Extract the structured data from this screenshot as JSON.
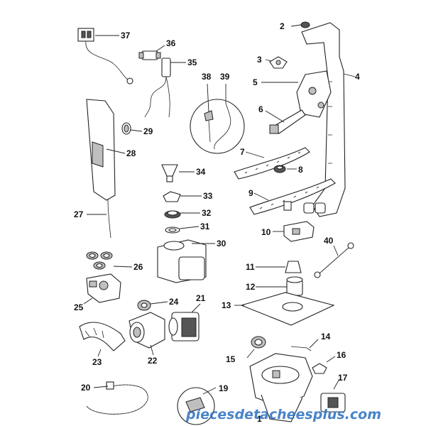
{
  "labels": {
    "n1": "1",
    "n2": "2",
    "n3": "3",
    "n4": "4",
    "n5": "5",
    "n6": "6",
    "n7": "7",
    "n8": "8",
    "n9": "9",
    "n10": "10",
    "n11": "11",
    "n12": "12",
    "n13": "13",
    "n14": "14",
    "n15": "15",
    "n16": "16",
    "n17": "17",
    "n19": "19",
    "n20": "20",
    "n21": "21",
    "n22": "22",
    "n23": "23",
    "n24": "24",
    "n25": "25",
    "n26": "26",
    "n27": "27",
    "n28": "28",
    "n29": "29",
    "n30": "30",
    "n31": "31",
    "n32": "32",
    "n33": "33",
    "n34": "34",
    "n35": "35",
    "n36": "36",
    "n37": "37",
    "n38": "38",
    "n39": "39",
    "n40": "40"
  },
  "watermark": "piecesdetacheesplus.com",
  "colors": {
    "watermark": "#2a6fc0",
    "ink": "#222222"
  }
}
